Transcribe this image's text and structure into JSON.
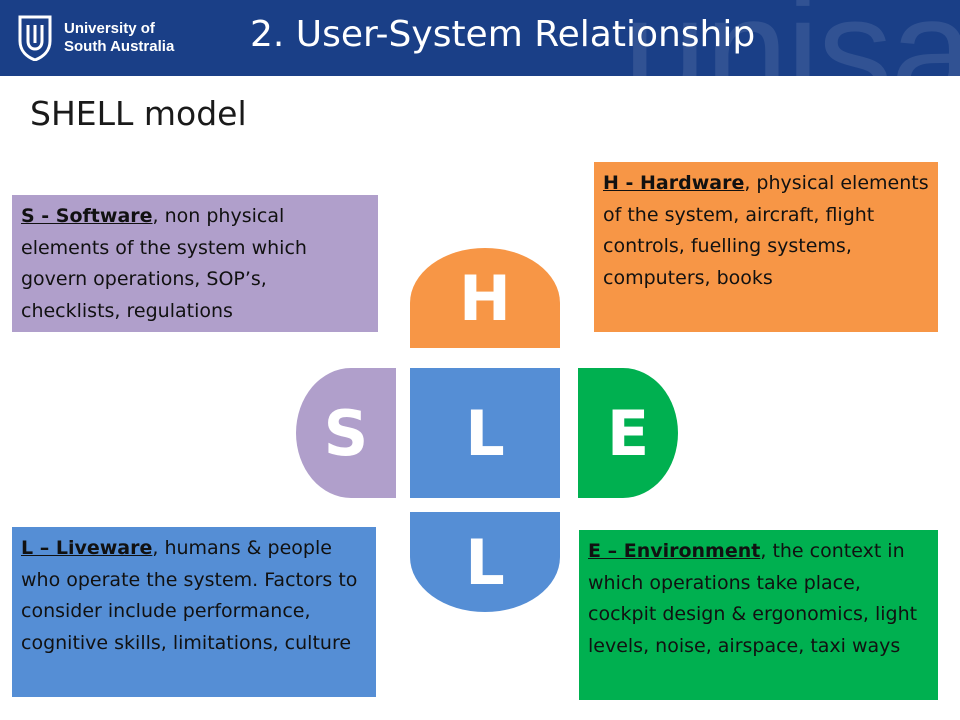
{
  "header": {
    "university_line1": "University of",
    "university_line2": "South Australia",
    "watermark": "unisa",
    "title": "2. User-System Relationship"
  },
  "subtitle": "SHELL model",
  "boxes": {
    "software": {
      "term": "S - Software",
      "text": ", non physical elements of the system which govern operations, SOP’s, checklists, regulations"
    },
    "hardware": {
      "term": "H - Hardware",
      "text": ", physical elements of the system, aircraft, flight controls, fuelling systems, computers, books"
    },
    "liveware": {
      "term": "L – Liveware",
      "text": ", humans & people who operate the system. Factors to consider include performance, cognitive skills, limitations, culture"
    },
    "environment": {
      "term": "E – Environment",
      "text": ", the context in which operations take place, cockpit design & ergonomics, light levels, noise, airspace, taxi ways"
    }
  },
  "diagram": {
    "top": "H",
    "left": "S",
    "center": "L",
    "right": "E",
    "bottom": "L"
  },
  "colors": {
    "header": "#1a3f87",
    "software": "#b09fcb",
    "hardware": "#f79646",
    "liveware": "#558ed5",
    "environment": "#00b050"
  }
}
